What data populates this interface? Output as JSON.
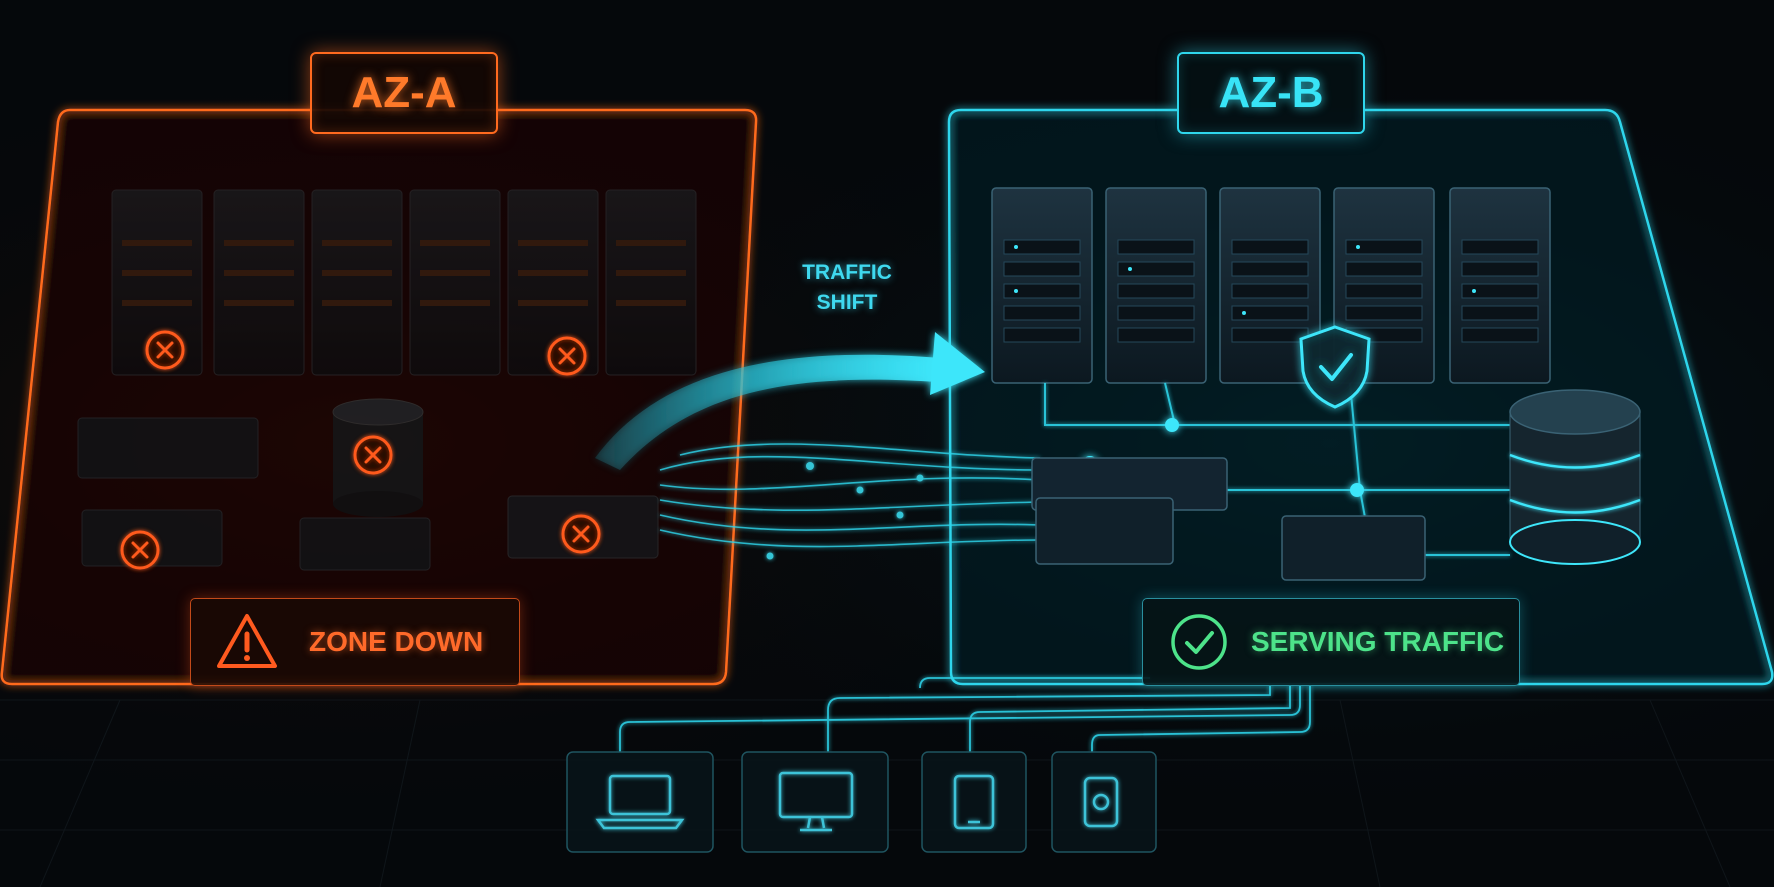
{
  "zones": {
    "failed": {
      "title": "AZ-A",
      "status": "ZONE DOWN"
    },
    "healthy": {
      "title": "AZ-B",
      "status": "SERVING TRAFFIC"
    }
  },
  "traffic_label": {
    "line1": "TRAFFIC",
    "line2": "SHIFT"
  },
  "colors": {
    "failed": "#ff6a1f",
    "healthy": "#2fd6ec",
    "ok_status": "#4de38a",
    "background": "#05080b"
  },
  "icons": {
    "failure_marker": "x-circle-icon",
    "warning": "warning-triangle-icon",
    "shield": "shield-check-icon",
    "ok": "check-circle-icon",
    "clients": [
      "laptop-icon",
      "monitor-icon",
      "tablet-icon",
      "phone-icon"
    ]
  }
}
